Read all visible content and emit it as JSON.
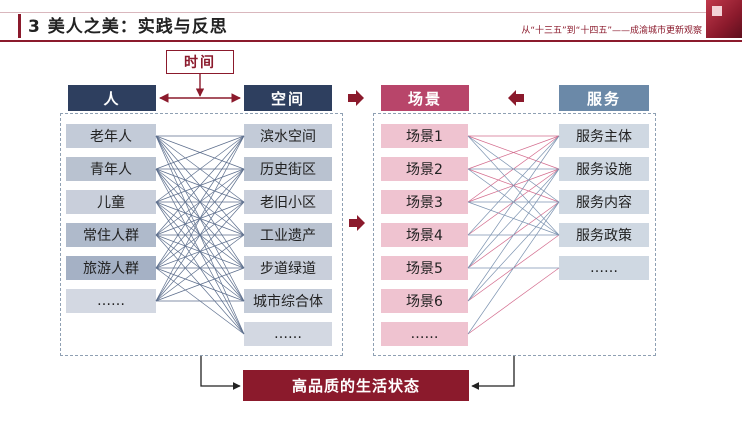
{
  "header": {
    "title": "3 美人之美：实践与反思",
    "subtitle": "从“十三五”到“十四五”——成渝城市更新观察"
  },
  "time_label": "时间",
  "columns": {
    "people": {
      "title": "人",
      "items": [
        "老年人",
        "青年人",
        "儿童",
        "常住人群",
        "旅游人群",
        "……"
      ]
    },
    "space": {
      "title": "空间",
      "items": [
        "滨水空间",
        "历史街区",
        "老旧小区",
        "工业遗产",
        "步道绿道",
        "城市综合体",
        "……"
      ]
    },
    "scenes": {
      "title": "场景",
      "items": [
        "场景1",
        "场景2",
        "场景3",
        "场景4",
        "场景5",
        "场景6",
        "……"
      ]
    },
    "services": {
      "title": "服务",
      "items": [
        "服务主体",
        "服务设施",
        "服务内容",
        "服务政策",
        "……"
      ]
    }
  },
  "result": "高品质的生活状态",
  "colors": {
    "brand": "#8b1a2c",
    "navy": "#2e3f5f",
    "pink": "#b8456a",
    "steel": "#6b89a8"
  }
}
